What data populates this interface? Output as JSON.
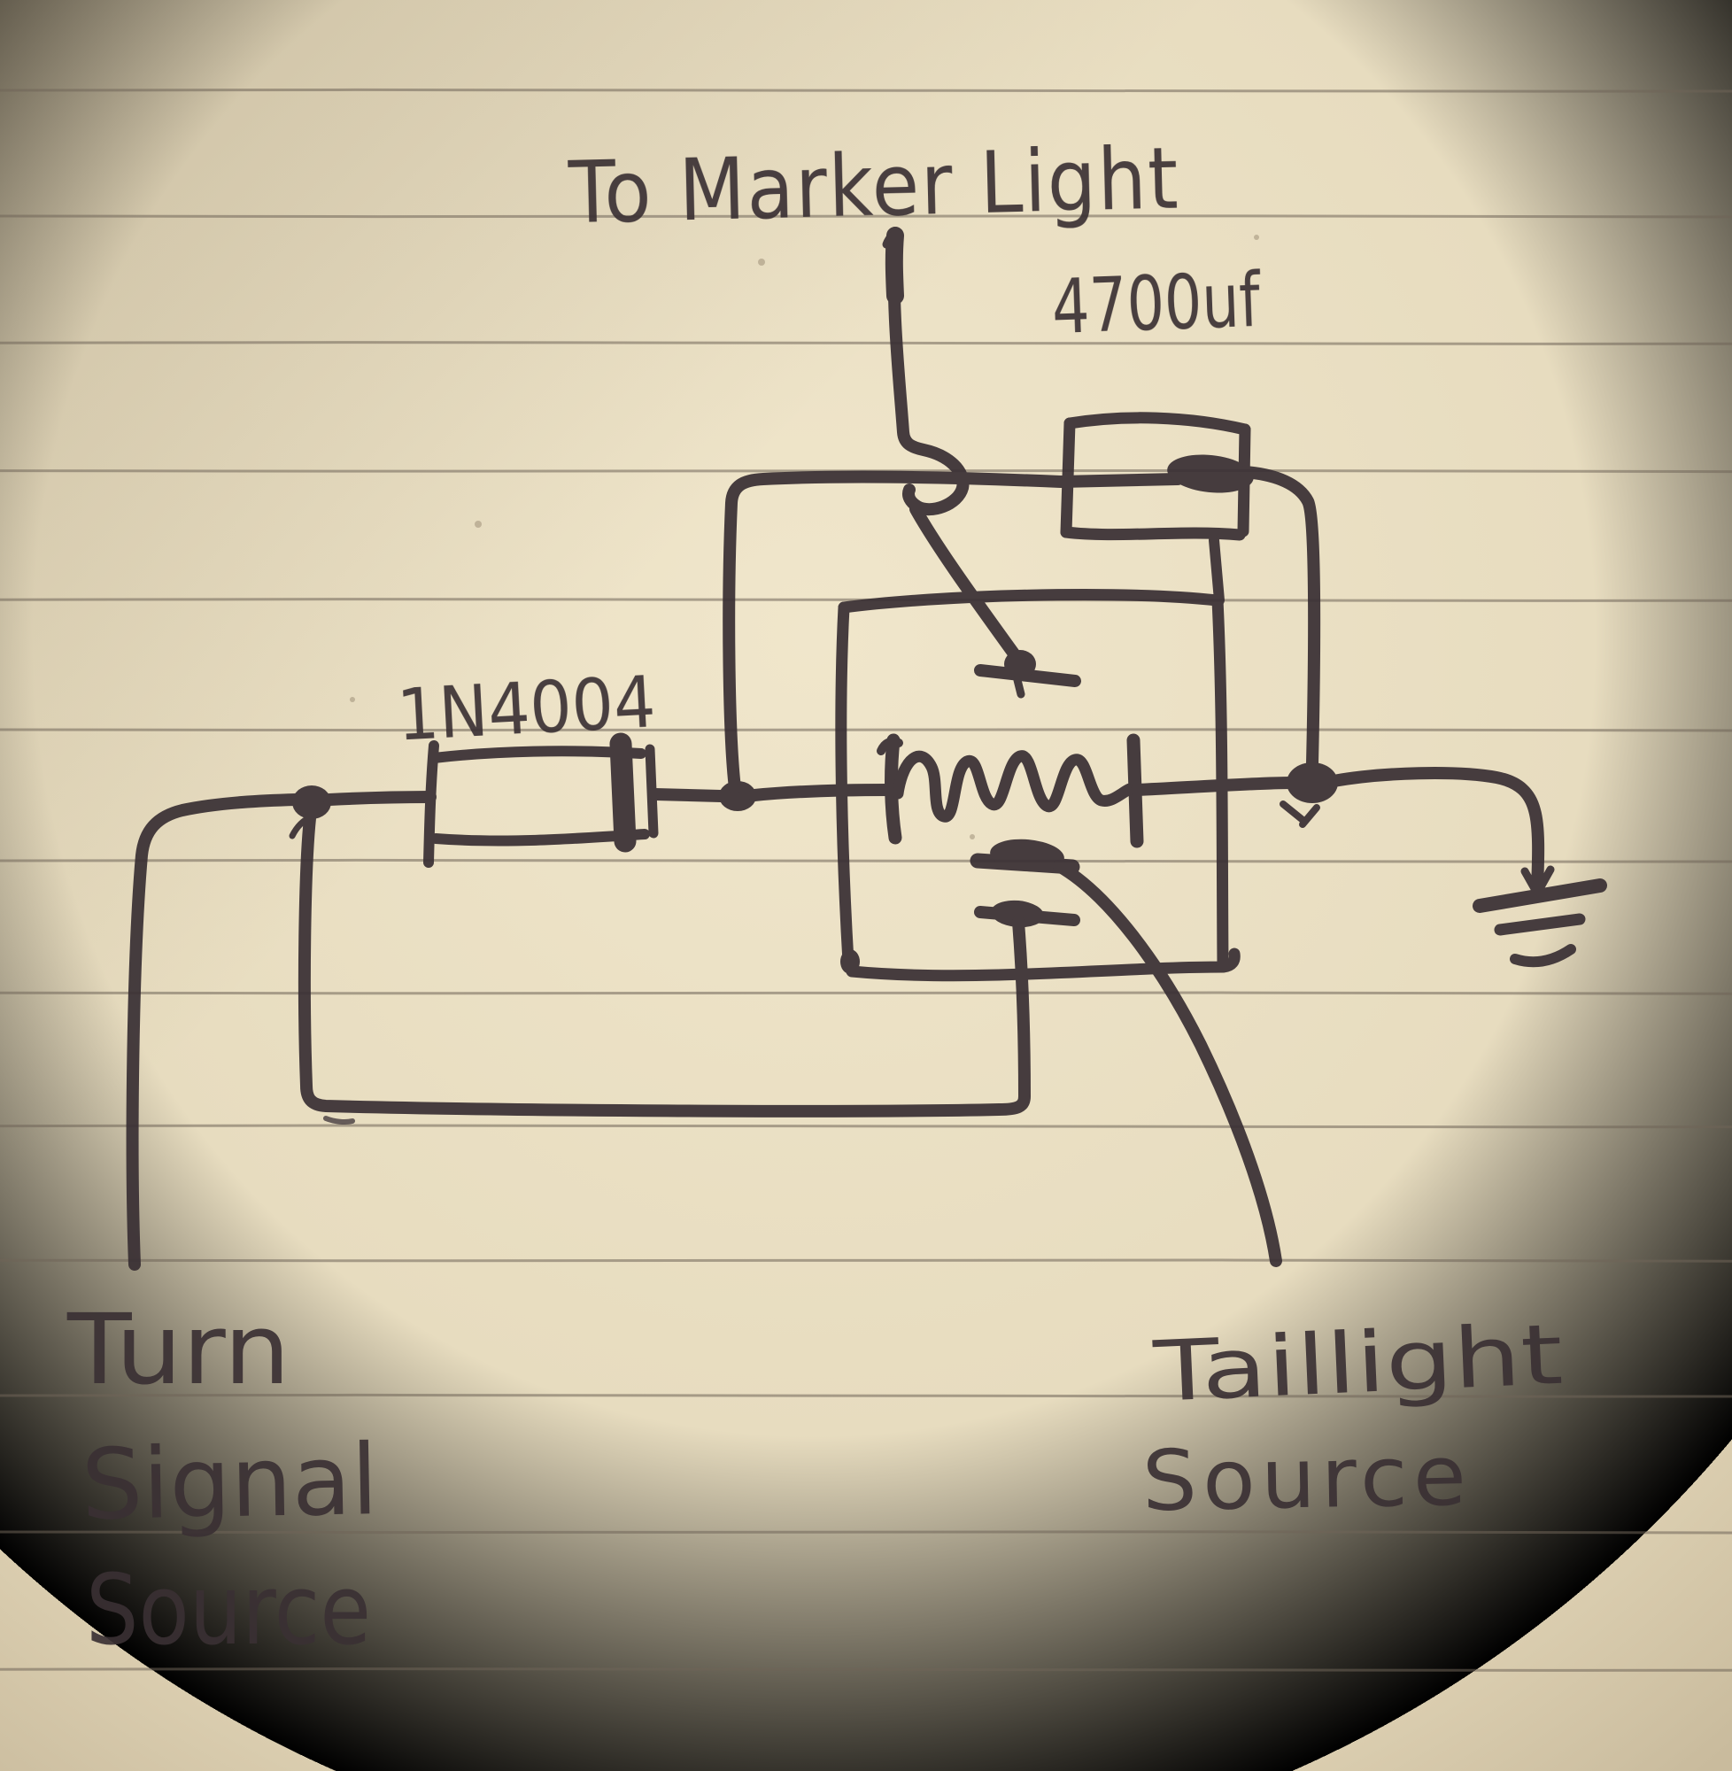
{
  "labels": {
    "marker_light": "To Marker Light",
    "capacitor_value": "4700uf",
    "diode_part": "1N4004",
    "turn_signal_line1": "Turn",
    "turn_signal_line2": "Signal",
    "turn_signal_line3": "Source",
    "taillight_line1": "Taillight",
    "taillight_line2": "Source"
  },
  "colors": {
    "ink": "#3a3034",
    "paper_center": "#f0e6cb",
    "paper_mid": "#e5d9bc",
    "paper_edge": "#cdc0a2",
    "rule_line": "#6f6557"
  }
}
